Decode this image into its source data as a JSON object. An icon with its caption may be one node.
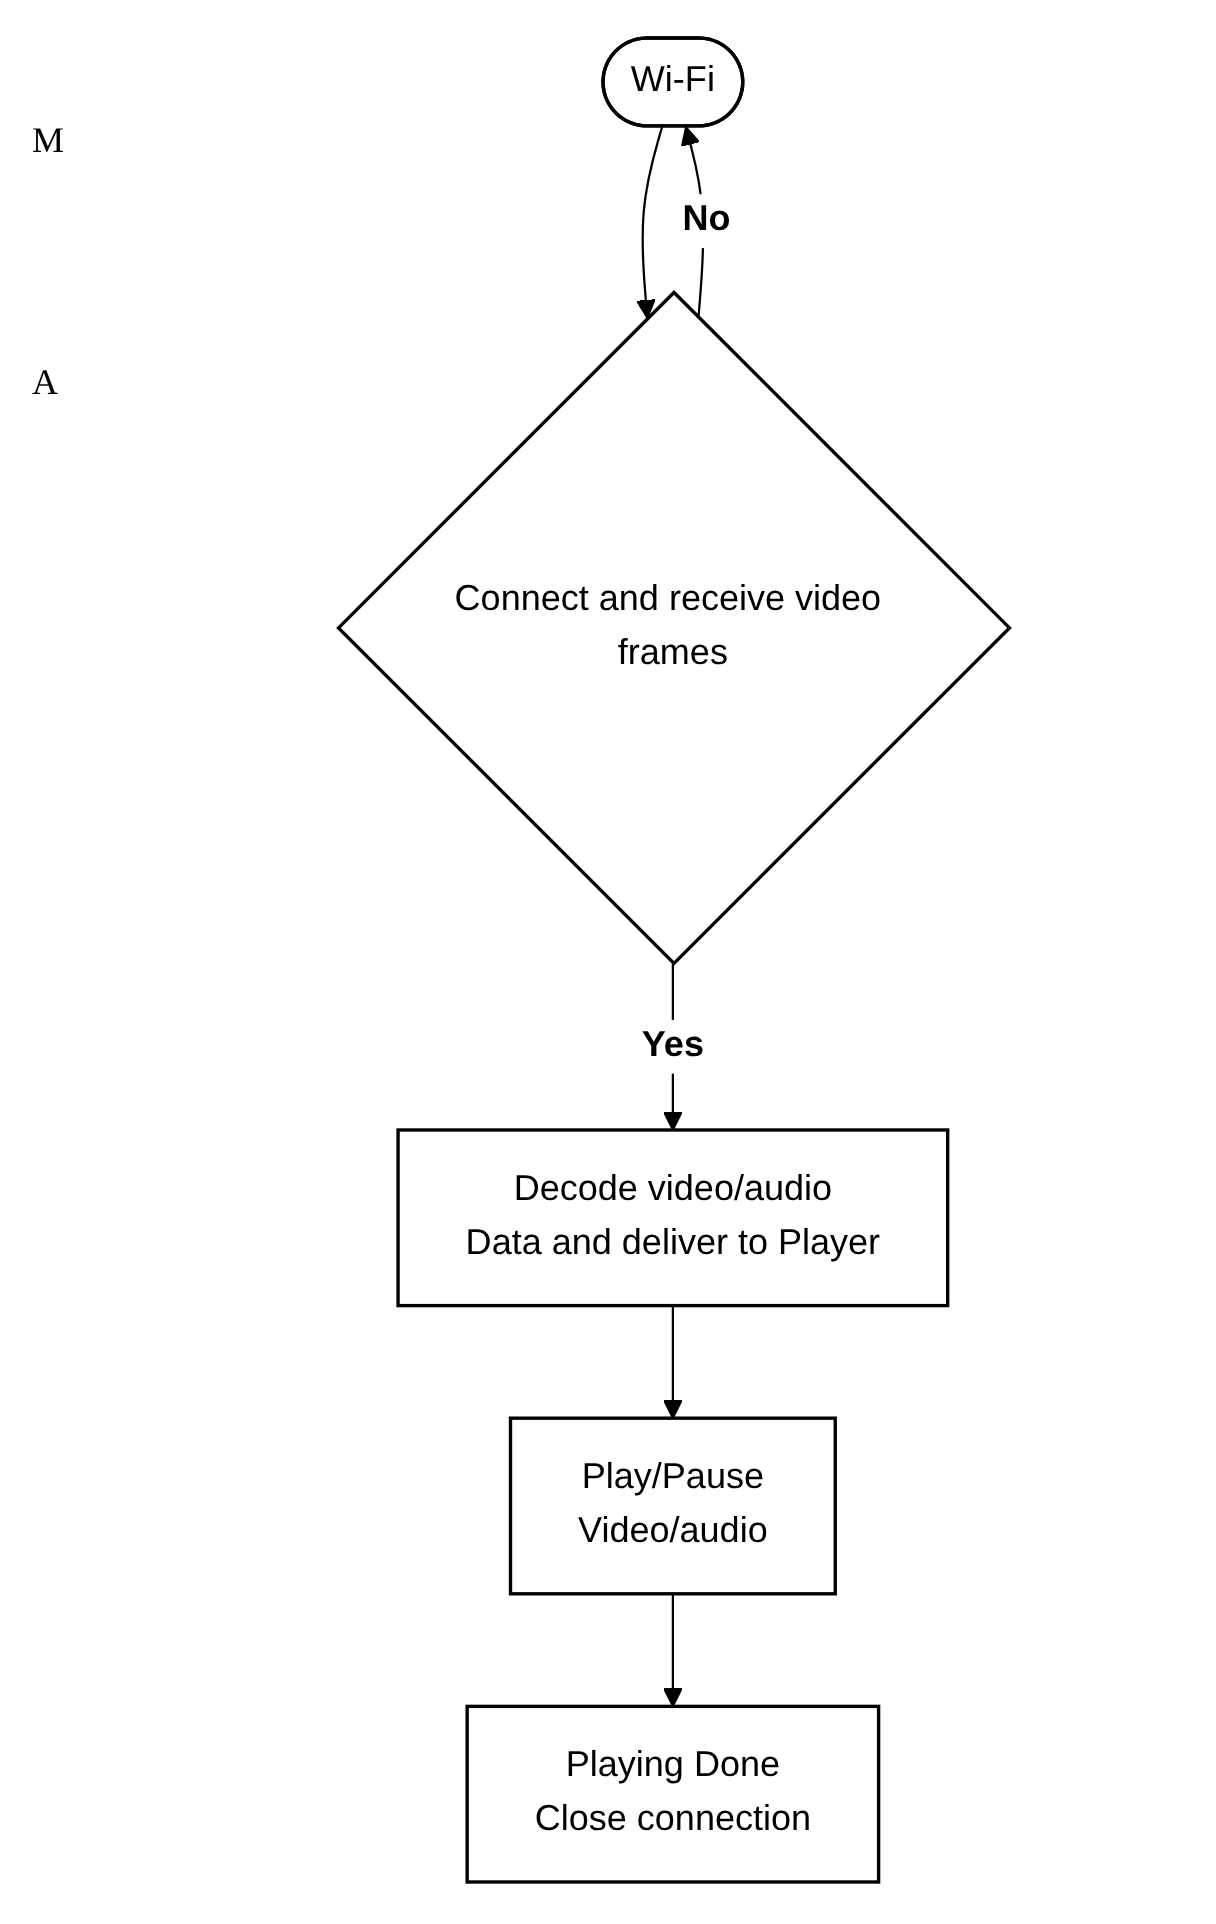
{
  "diagram": {
    "nodes": [
      {
        "text": [
          "Wi-Fi"
        ]
      },
      {
        "text": [
          "Connect and receive video frames"
        ]
      },
      {
        "text": [
          "Decode video/audio",
          "Data and deliver to Player"
        ]
      },
      {
        "text": [
          "Play/Pause",
          "Video/audio"
        ]
      },
      {
        "text": [
          "Playing Done",
          "Close connection"
        ]
      }
    ],
    "edges": [
      {
        "from": 0,
        "to": 1,
        "arrow": "to"
      },
      {
        "from": 1,
        "to": 0,
        "arrow": "to",
        "label": "No"
      },
      {
        "from": 1,
        "to": 2,
        "arrow": "to",
        "label": "Yes"
      },
      {
        "from": 2,
        "to": 3,
        "arrow": "to"
      },
      {
        "from": 3,
        "to": 4,
        "arrow": "to"
      }
    ],
    "labels": [
      "M",
      "A"
    ]
  }
}
